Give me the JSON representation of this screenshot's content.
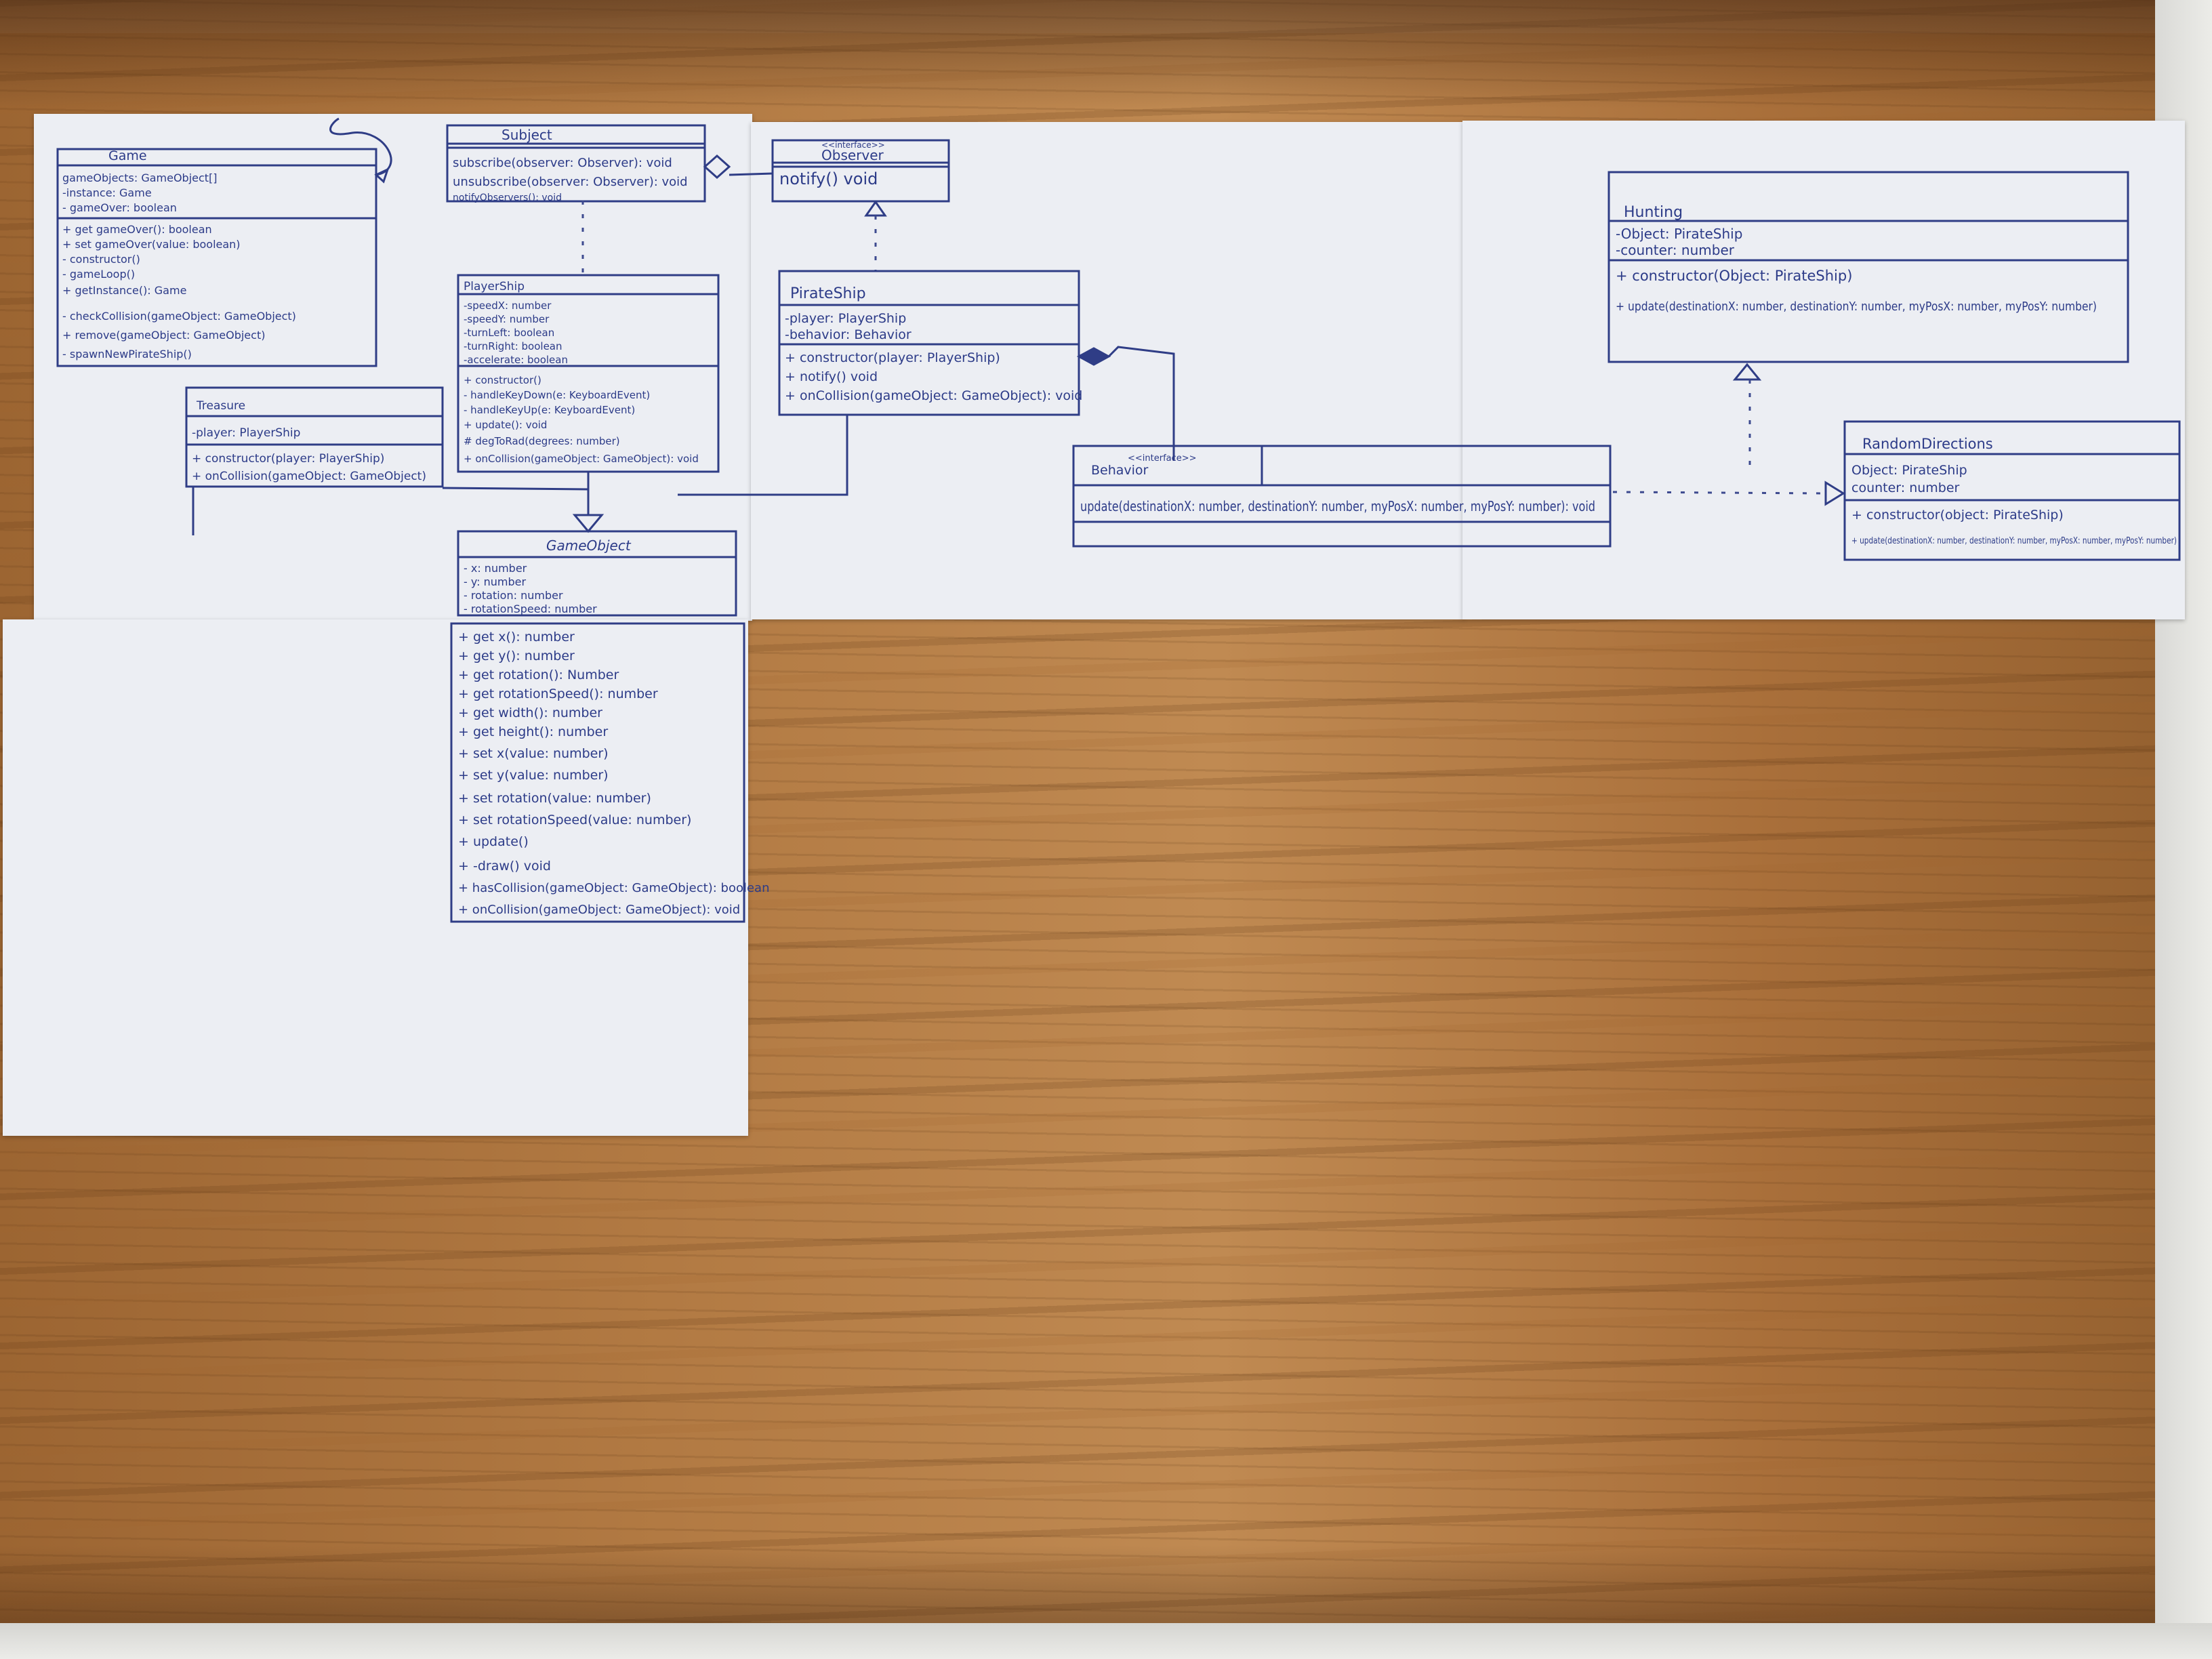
{
  "classes": {
    "game": {
      "name": "Game",
      "attributes": [
        "gameObjects: GameObject[]",
        "-instance: Game",
        "- gameOver: boolean"
      ],
      "methods": [
        "+ get gameOver(): boolean",
        "+ set gameOver(value: boolean)",
        "- constructor()",
        "- gameLoop()",
        "+ getInstance(): Game",
        "- checkCollision(gameObject: GameObject)",
        "+ remove(gameObject: GameObject)",
        "- spawnNewPirateShip()"
      ]
    },
    "subject": {
      "name": "Subject",
      "methods": [
        "subscribe(observer: Observer): void",
        "unsubscribe(observer: Observer): void",
        "notifyObservers(): void"
      ]
    },
    "observer": {
      "stereotype": "<<interface>>",
      "name": "Observer",
      "methods": [
        "notify() void"
      ]
    },
    "playership": {
      "name": "PlayerShip",
      "attributes": [
        "-speedX: number",
        "-speedY: number",
        "-turnLeft: boolean",
        "-turnRight: boolean",
        "-accelerate: boolean"
      ],
      "methods": [
        "+ constructor()",
        "- handleKeyDown(e: KeyboardEvent)",
        "- handleKeyUp(e: KeyboardEvent)",
        "+ update(): void",
        "# degToRad(degrees: number)",
        "+ onCollision(gameObject: GameObject): void"
      ]
    },
    "pirateship": {
      "name": "PirateShip",
      "attributes": [
        "-player: PlayerShip",
        "-behavior: Behavior"
      ],
      "methods": [
        "+ constructor(player: PlayerShip)",
        "+ notify() void",
        "+ onCollision(gameObject: GameObject): void"
      ]
    },
    "treasure": {
      "name": "Treasure",
      "attributes": [
        "-player: PlayerShip"
      ],
      "methods": [
        "+ constructor(player: PlayerShip)",
        "+ onCollision(gameObject: GameObject)"
      ]
    },
    "gameobject": {
      "name": "GameObject",
      "attributes": [
        "- x: number",
        "- y: number",
        "- rotation: number",
        "- rotationSpeed: number"
      ],
      "methods": [
        "+ get x(): number",
        "+ get y(): number",
        "+ get rotation(): Number",
        "+ get rotationSpeed(): number",
        "+ get width(): number",
        "+ get height(): number",
        "+ set x(value: number)",
        "+ set y(value: number)",
        "+ set rotation(value: number)",
        "+ set rotationSpeed(value: number)",
        "+ update()",
        "+ -draw() void",
        "+ hasCollision(gameObject: GameObject): boolean",
        "+ onCollision(gameObject: GameObject): void"
      ]
    },
    "behavior": {
      "stereotype": "<<interface>>",
      "name": "Behavior",
      "methods": [
        "update(destinationX: number, destinationY: number, myPosX: number, myPosY: number): void"
      ]
    },
    "hunting": {
      "name": "Hunting",
      "attributes": [
        "-Object: PirateShip",
        "-counter: number"
      ],
      "methods": [
        "+ constructor(Object: PirateShip)",
        "+ update(destinationX: number, destinationY: number, myPosX: number, myPosY: number)"
      ]
    },
    "randomdirections": {
      "name": "RandomDirections",
      "attributes": [
        "Object: PirateShip",
        "counter: number"
      ],
      "methods": [
        "+ constructor(object: PirateShip)",
        "+ update(destinationX: number, destinationY: number, myPosX: number, myPosY: number)"
      ]
    }
  },
  "colors": {
    "ink": "#2c3b88",
    "paper": "#eceef3",
    "wood": "#b27a43"
  }
}
